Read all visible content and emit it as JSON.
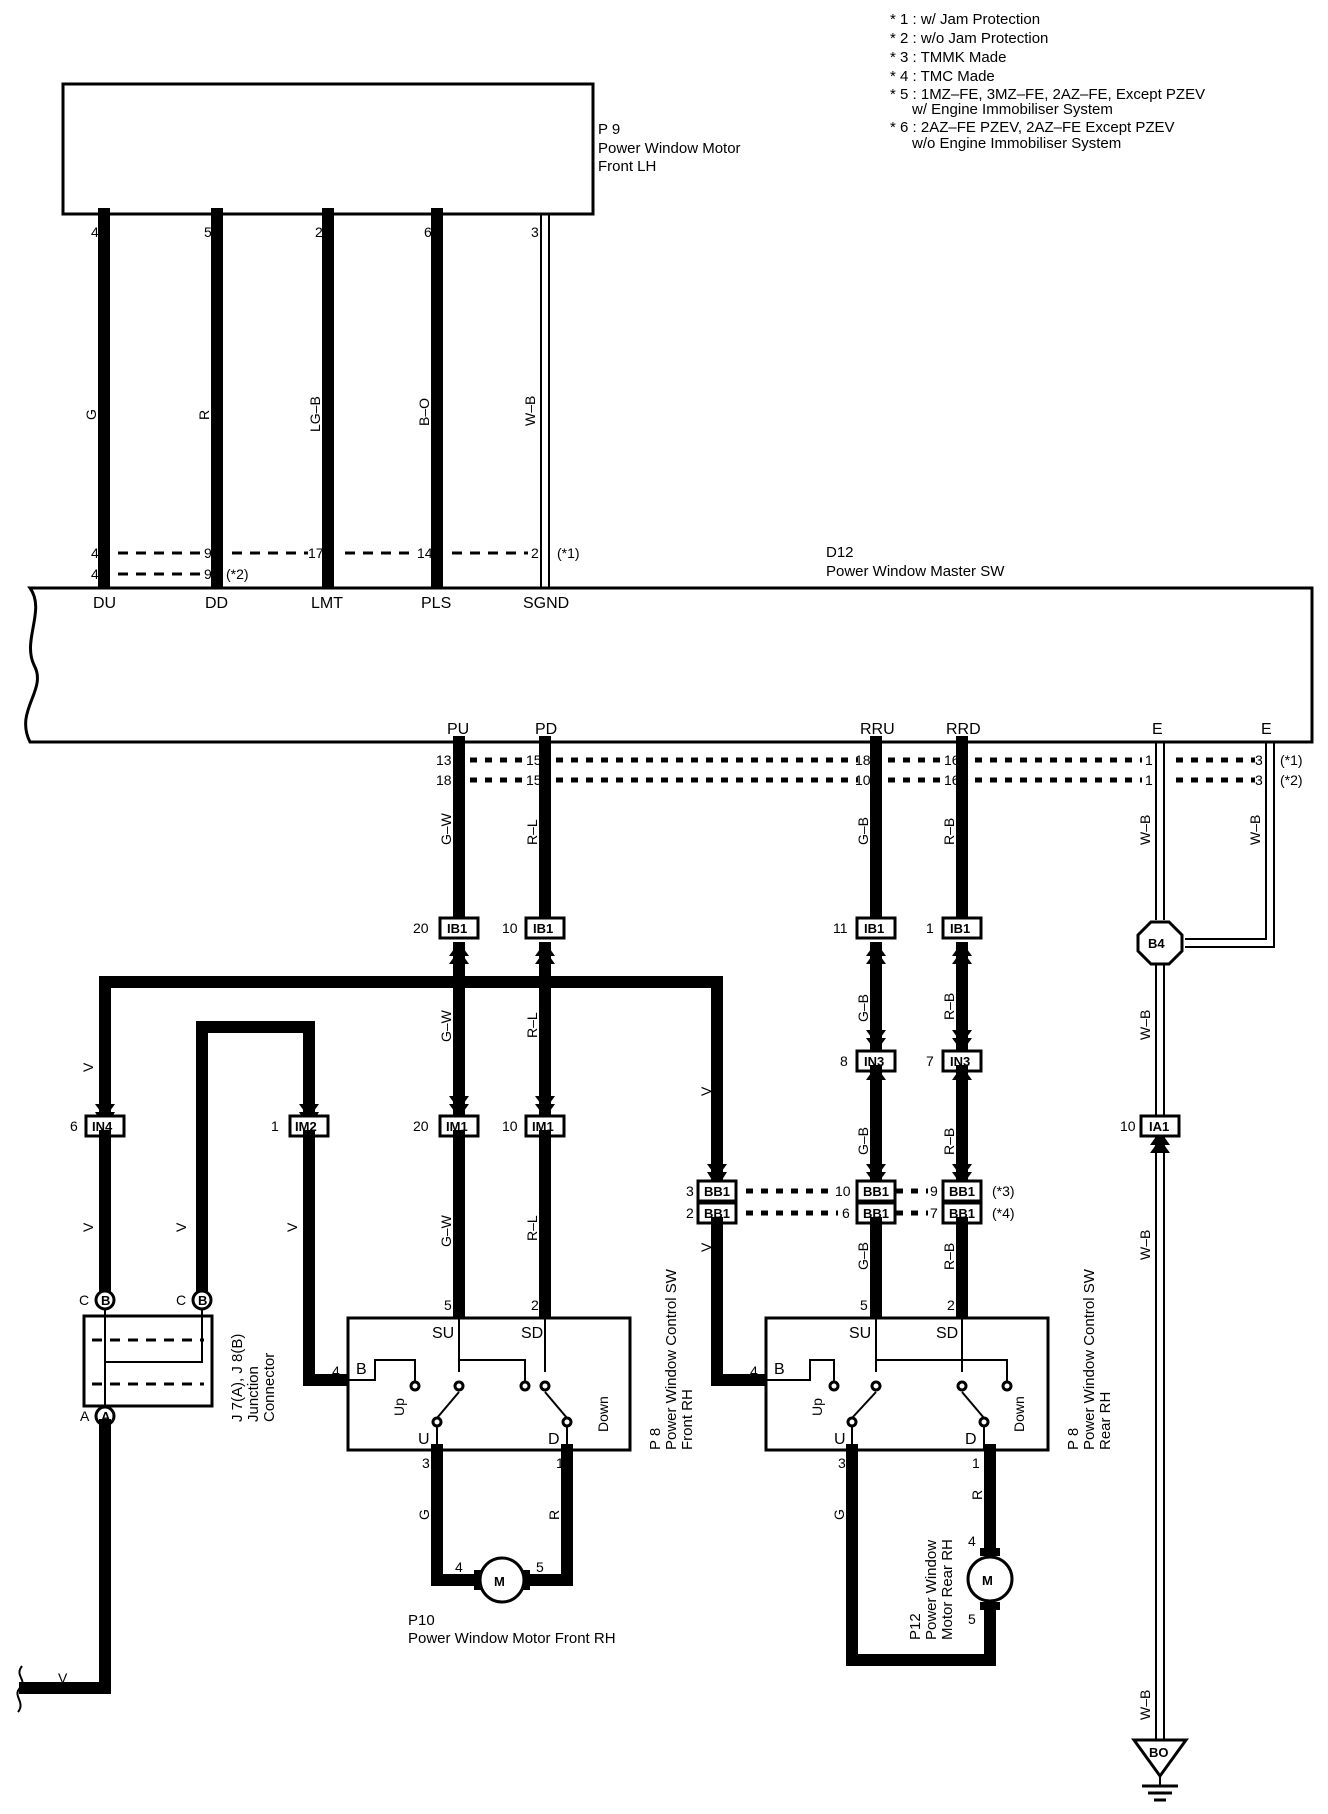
{
  "notes": [
    "* 1 : w/ Jam Protection",
    "* 2 : w/o Jam Protection",
    "* 3 : TMMK Made",
    "* 4 : TMC Made",
    "* 5 : 1MZ–FE, 3MZ–FE, 2AZ–FE, Except PZEV",
    "w/ Engine Immobiliser System",
    "* 6 : 2AZ–FE PZEV, 2AZ–FE Except PZEV",
    "w/o Engine Immobiliser System"
  ],
  "p9": {
    "code": "P 9",
    "name1": "Power Window Motor",
    "name2": "Front LH",
    "pins": [
      "4",
      "5",
      "2",
      "6",
      "3"
    ]
  },
  "upper_wires": [
    "G",
    "R",
    "LG–B",
    "B–O",
    "W–B"
  ],
  "d12": {
    "code": "D12",
    "name": "Power Window Master SW",
    "top_row1": [
      "4",
      "9",
      "17",
      "14",
      "2",
      "(*1)"
    ],
    "top_row2": [
      "4",
      "9",
      "(*2)"
    ],
    "top_terms": [
      "DU",
      "DD",
      "LMT",
      "PLS",
      "SGND"
    ],
    "bottom_terms": [
      "PU",
      "PD",
      "RRU",
      "RRD",
      "E",
      "E"
    ],
    "bottom_row1": [
      "13",
      "15",
      "18",
      "16",
      "1",
      "3",
      "(*1)"
    ],
    "bottom_row2": [
      "18",
      "15",
      "10",
      "16",
      "1",
      "3",
      "(*2)"
    ]
  },
  "wires_lower": {
    "pu": "G–W",
    "pd": "R–L",
    "rru": "G–B",
    "rrd": "R–B",
    "e1": "W–B",
    "e2": "W–B",
    "pu2": "G–W",
    "pd2": "R–L",
    "rru2": "G–B",
    "rrd2": "R–B",
    "e3": "W–B",
    "pu3": "G–W",
    "pd3": "R–L",
    "rru3": "G–B",
    "rrd3": "R–B",
    "e4": "W–B",
    "e5": "W–B",
    "v1": "V",
    "v2": "V",
    "v3": "V",
    "v4": "V",
    "v5": "V",
    "v6": "V",
    "v7": "V",
    "g1": "G",
    "r1": "R",
    "g2": "G",
    "r2": "R"
  },
  "connectors": {
    "ib1": "IB1",
    "in3": "IN3",
    "im1": "IM1",
    "in4": "IN4",
    "im2": "IM2",
    "bb1": "BB1",
    "ia1": "IA1",
    "b4": "B4",
    "bo": "BO"
  },
  "pins_lower": {
    "ib1_a": "20",
    "ib1_b": "10",
    "ib1_c": "11",
    "ib1_d": "1",
    "in3_a": "8",
    "in3_b": "7",
    "im1_a": "20",
    "im1_b": "10",
    "in4": "6",
    "im2": "1",
    "ia1": "10",
    "bb1_l1": "3",
    "bb1_l2": "2",
    "bb1_a1": "10",
    "bb1_a2": "6",
    "bb1_b1": "9",
    "bb1_b2": "7",
    "star3": "(*3)",
    "star4": "(*4)",
    "j_c1": "C",
    "j_b1": "B",
    "j_c2": "C",
    "j_b2": "B",
    "j_a1": "A",
    "j_a2": "A"
  },
  "junction": {
    "name1": "J 7(A), J 8(B)",
    "name2": "Junction",
    "name3": "Connector"
  },
  "p8_front": {
    "code": "P 8",
    "name1": "Power Window Control SW",
    "name2": "Front RH",
    "pin5": "5",
    "pin2": "2",
    "pin4": "4",
    "pin3": "3",
    "pin1": "1",
    "su": "SU",
    "sd": "SD",
    "b": "B",
    "u": "U",
    "d": "D",
    "up": "Up",
    "down": "Down"
  },
  "p8_rear": {
    "code": "P 8",
    "name1": "Power Window Control SW",
    "name2": "Rear RH",
    "pin5": "5",
    "pin2": "2",
    "pin4": "4",
    "pin3": "3",
    "pin1": "1",
    "su": "SU",
    "sd": "SD",
    "b": "B",
    "u": "U",
    "d": "D",
    "up": "Up",
    "down": "Down"
  },
  "p10": {
    "code": "P10",
    "name": "Power Window Motor Front RH",
    "m": "M",
    "pin4": "4",
    "pin5": "5"
  },
  "p12": {
    "code": "P12",
    "name1": "Power Window",
    "name2": "Motor Rear RH",
    "m": "M",
    "pin4": "4",
    "pin5": "5"
  }
}
